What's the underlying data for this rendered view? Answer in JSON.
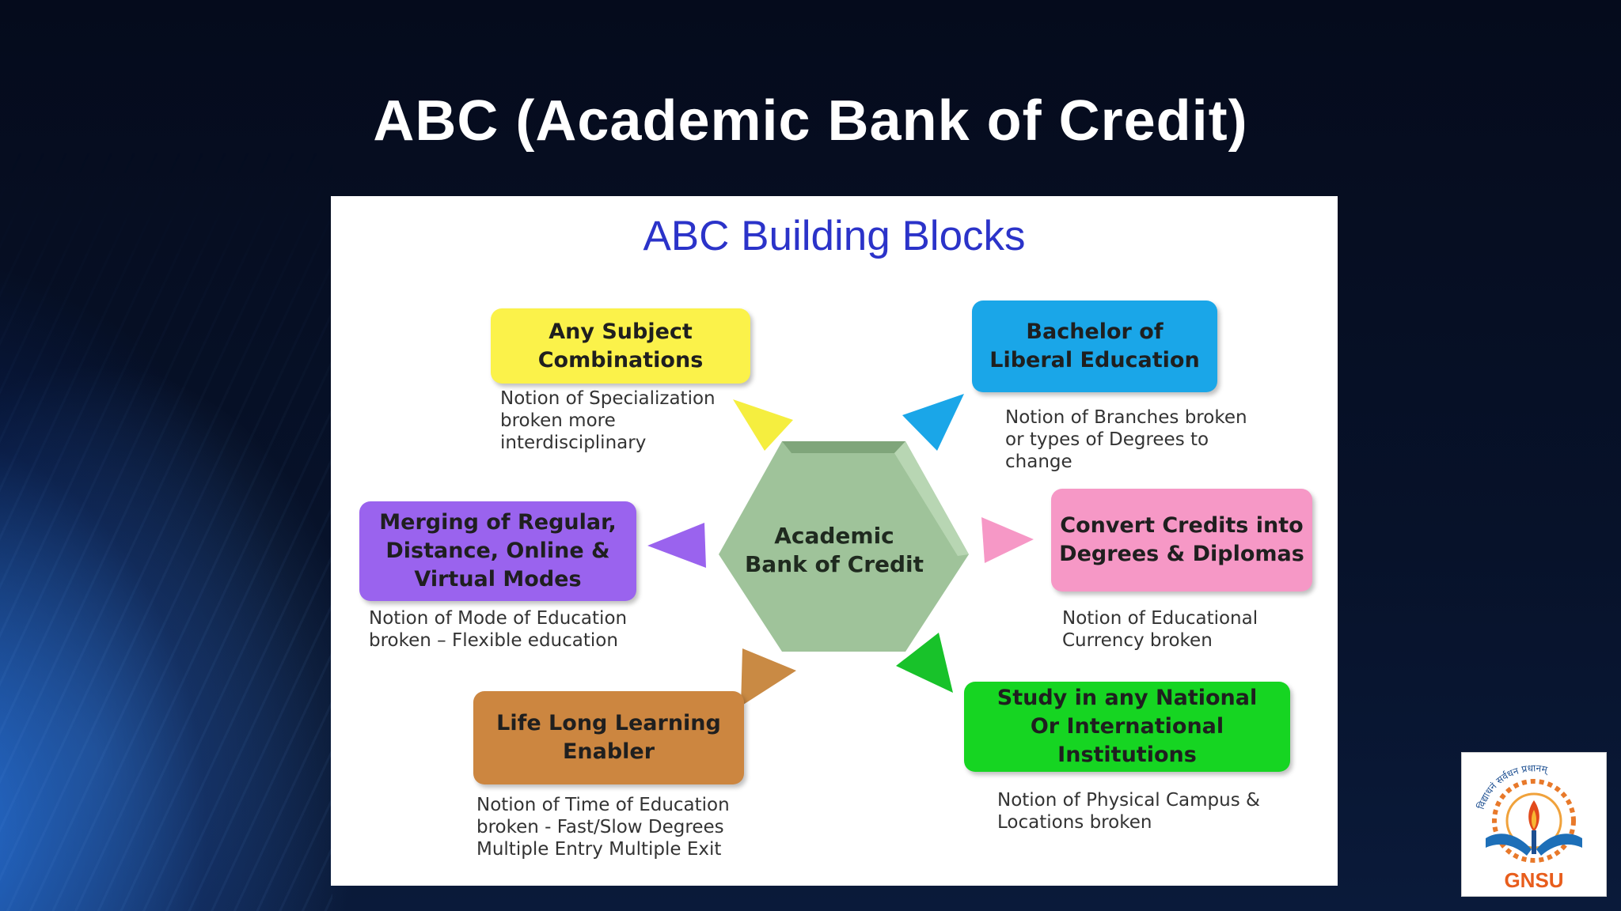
{
  "slide": {
    "title": "ABC (Academic Bank of Credit)"
  },
  "diagram": {
    "title": "ABC Building Blocks",
    "center": "Academic\nBank of Credit",
    "blocks": [
      {
        "label": "Any Subject\nCombinations",
        "note": "Notion of Specialization\nbroken more\ninterdisciplinary",
        "color": "#fbf24a"
      },
      {
        "label": "Bachelor of\nLiberal Education",
        "note": "Notion of Branches broken\nor types of Degrees to\nchange",
        "color": "#1aa6e8"
      },
      {
        "label": "Merging of Regular,\nDistance, Online &\nVirtual Modes",
        "note": "Notion of Mode of Education\nbroken – Flexible education",
        "color": "#9a63ee"
      },
      {
        "label": "Convert Credits into\nDegrees & Diplomas",
        "note": "Notion of Educational\nCurrency broken",
        "color": "#f698c6"
      },
      {
        "label": "Life Long Learning\nEnabler",
        "note": "Notion of Time of Education\nbroken - Fast/Slow Degrees\nMultiple Entry Multiple Exit",
        "color": "#cc8640"
      },
      {
        "label": "Study in any National\nOr International\nInstitutions",
        "note": "Notion of Physical Campus &\nLocations broken",
        "color": "#16d522"
      }
    ],
    "hex_color": "#9fc39a"
  },
  "logo": {
    "text": "GNSU",
    "motto": "विद्याधनं सर्वधन प्रधानम्"
  }
}
